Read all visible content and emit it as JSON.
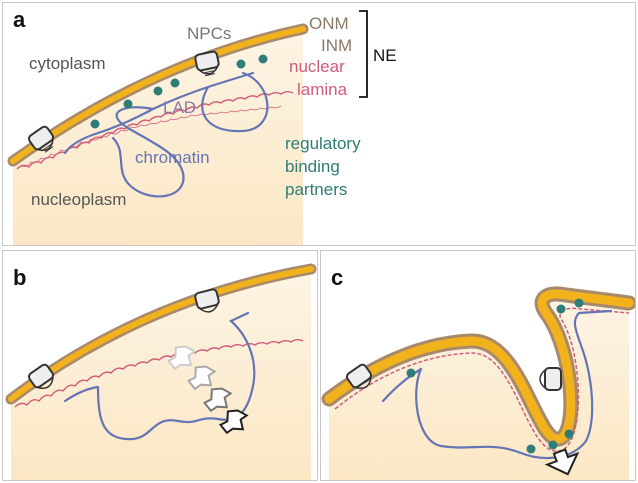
{
  "panels": {
    "a": {
      "letter": "a",
      "labels": {
        "npcs": "NPCs",
        "onm": "ONM",
        "inm": "INM",
        "ne": "NE",
        "nuclear_lamina_1": "nuclear",
        "nuclear_lamina_2": "lamina",
        "cytoplasm": "cytoplasm",
        "lad": "LAD",
        "chromatin": "chromatin",
        "regulatory_1": "regulatory",
        "regulatory_2": "binding",
        "regulatory_3": "partners",
        "nucleoplasm": "nucleoplasm"
      }
    },
    "b": {
      "letter": "b"
    },
    "c": {
      "letter": "c"
    }
  },
  "colors": {
    "membrane_outer": "#a8896b",
    "membrane_fill": "#f2b21c",
    "lamina": "#d25c7a",
    "chromatin": "#6574b5",
    "binding_partner": "#2e7d78",
    "nucleoplasm": "#fdf1dc",
    "text_dark": "#555555",
    "text_brown": "#8b7a68",
    "text_pink": "#d25c7a",
    "text_lad": "#8a7aa8",
    "text_teal": "#2e7d78"
  }
}
